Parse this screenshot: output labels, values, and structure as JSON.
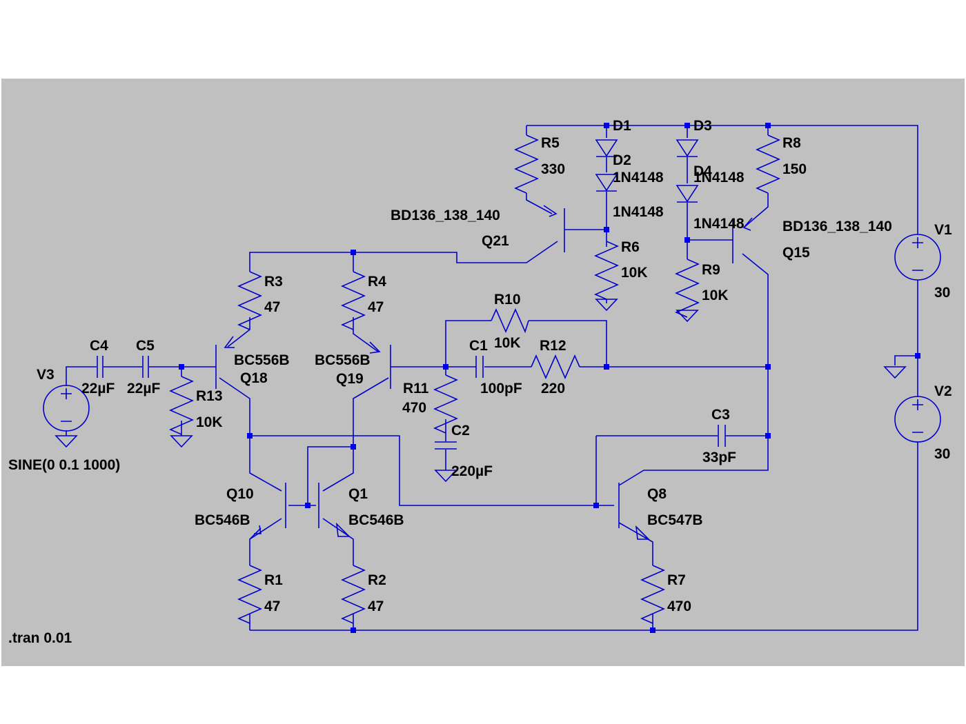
{
  "schematic": {
    "directive_source": "SINE(0 0.1 1000)",
    "directive_tran": ".tran 0.01"
  },
  "labels": [
    {
      "id": "r5-name",
      "text": "R5"
    },
    {
      "id": "r5-value",
      "text": "330"
    },
    {
      "id": "d1-name",
      "text": "D1"
    },
    {
      "id": "d3-name",
      "text": "D3"
    },
    {
      "id": "r8-name",
      "text": "R8"
    },
    {
      "id": "r8-value",
      "text": "150"
    },
    {
      "id": "d2-name",
      "text": "D2"
    },
    {
      "id": "d1-value",
      "text": "1N4148"
    },
    {
      "id": "d4-name",
      "text": "D4"
    },
    {
      "id": "d3-value",
      "text": "1N4148"
    },
    {
      "id": "d2-value",
      "text": "1N4148"
    },
    {
      "id": "d4-value",
      "text": "1N4148"
    },
    {
      "id": "q21-model",
      "text": "BD136_138_140"
    },
    {
      "id": "q21-name",
      "text": "Q21"
    },
    {
      "id": "q15-model",
      "text": "BD136_138_140"
    },
    {
      "id": "q15-name",
      "text": "Q15"
    },
    {
      "id": "v1-name",
      "text": "V1"
    },
    {
      "id": "v1-value",
      "text": "30"
    },
    {
      "id": "r6-name",
      "text": "R6"
    },
    {
      "id": "r6-value",
      "text": "10K"
    },
    {
      "id": "r9-name",
      "text": "R9"
    },
    {
      "id": "r9-value",
      "text": "10K"
    },
    {
      "id": "r3-name",
      "text": "R3"
    },
    {
      "id": "r3-value",
      "text": "47"
    },
    {
      "id": "r4-name",
      "text": "R4"
    },
    {
      "id": "r4-value",
      "text": "47"
    },
    {
      "id": "r10-name",
      "text": "R10"
    },
    {
      "id": "r10-value",
      "text": "10K"
    },
    {
      "id": "c4-name",
      "text": "C4"
    },
    {
      "id": "c5-name",
      "text": "C5"
    },
    {
      "id": "c1-name",
      "text": "C1"
    },
    {
      "id": "r12-name",
      "text": "R12"
    },
    {
      "id": "q18-model",
      "text": "BC556B"
    },
    {
      "id": "q19-model",
      "text": "BC556B"
    },
    {
      "id": "q18-name",
      "text": "Q18"
    },
    {
      "id": "q19-name",
      "text": "Q19"
    },
    {
      "id": "v3-name",
      "text": "V3"
    },
    {
      "id": "c4-value",
      "text": "22µF"
    },
    {
      "id": "c5-value",
      "text": "22µF"
    },
    {
      "id": "r11-name",
      "text": "R11"
    },
    {
      "id": "r11-value",
      "text": "470"
    },
    {
      "id": "c1-value",
      "text": "100pF"
    },
    {
      "id": "r12-value",
      "text": "220"
    },
    {
      "id": "v2-name",
      "text": "V2"
    },
    {
      "id": "r13-name",
      "text": "R13"
    },
    {
      "id": "r13-value",
      "text": "10K"
    },
    {
      "id": "c3-name",
      "text": "C3"
    },
    {
      "id": "c2-name",
      "text": "C2"
    },
    {
      "id": "v2-value",
      "text": "30"
    },
    {
      "id": "c3-value",
      "text": "33pF"
    },
    {
      "id": "c2-value",
      "text": "220µF"
    },
    {
      "id": "q10-name",
      "text": "Q10"
    },
    {
      "id": "q1-name",
      "text": "Q1"
    },
    {
      "id": "q8-name",
      "text": "Q8"
    },
    {
      "id": "q10-model",
      "text": "BC546B"
    },
    {
      "id": "q1-model",
      "text": "BC546B"
    },
    {
      "id": "q8-model",
      "text": "BC547B"
    },
    {
      "id": "r1-name",
      "text": "R1"
    },
    {
      "id": "r2-name",
      "text": "R2"
    },
    {
      "id": "r7-name",
      "text": "R7"
    },
    {
      "id": "r1-value",
      "text": "47"
    },
    {
      "id": "r2-value",
      "text": "47"
    },
    {
      "id": "r7-value",
      "text": "470"
    }
  ],
  "colors": {
    "background": "#c0c0c0",
    "wire": "#0000cc",
    "junction": "#0000ee",
    "text": "#000000"
  }
}
